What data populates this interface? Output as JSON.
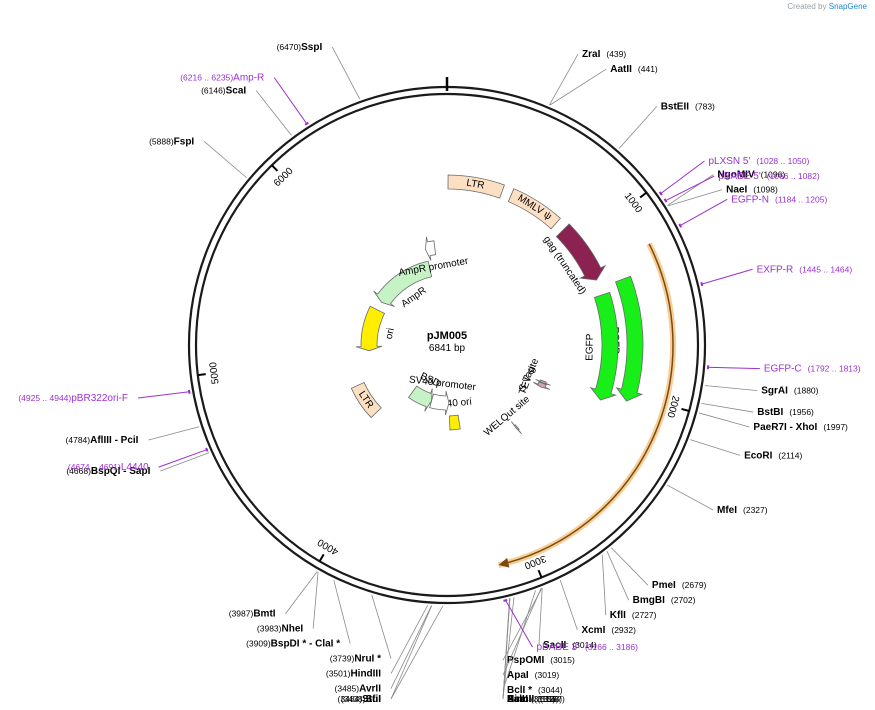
{
  "credit": {
    "prefix": "Created by",
    "brand": "SnapGene"
  },
  "plasmid": {
    "name": "pJM005",
    "length_label": "6841 bp",
    "total_bp": 6841
  },
  "scale_ticks": [
    {
      "label": "1000",
      "pos": 1000
    },
    {
      "label": "2000",
      "pos": 2000
    },
    {
      "label": "3000",
      "pos": 3000
    },
    {
      "label": "4000",
      "pos": 4000
    },
    {
      "label": "5000",
      "pos": 5000
    },
    {
      "label": "6000",
      "pos": 6000
    }
  ],
  "colors": {
    "enzyme": "#000000",
    "primer": "#9b30d0",
    "backbone": "#1a1a1a"
  },
  "features": [
    {
      "name": "LTR",
      "color": "#fde0c3",
      "start": 7,
      "end": 375,
      "dir": 0
    },
    {
      "name": "MMLV ψ",
      "color": "#fde0c3",
      "start": 440,
      "end": 795,
      "dir": 0
    },
    {
      "name": "gag (truncated)",
      "color": "#8b2252",
      "start": 860,
      "end": 1264,
      "dir": 1
    },
    {
      "name": "EGFP",
      "color": "#18ee18",
      "start": 1320,
      "end": 2040,
      "dir": 1
    },
    {
      "name": "EGFP",
      "color": "#18ee18",
      "start": 1370,
      "end": 2085,
      "dir": 1
    },
    {
      "name": "TEV site",
      "color": "#d4a0b0",
      "start": 2100,
      "end": 2121,
      "dir": 1
    },
    {
      "name": "S-Tag",
      "color": "#d4a0b0",
      "start": 2125,
      "end": 2169,
      "dir": 1
    },
    {
      "name": "WELQut site",
      "color": "#d4a0b0",
      "start": 2650,
      "end": 2665,
      "dir": 1
    },
    {
      "name": "SV40 ori",
      "color": "#ffee00",
      "start": 3250,
      "end": 3383,
      "dir": 0
    },
    {
      "name": "SV40 promoter",
      "color": "#ffffff",
      "start": 3384,
      "end": 3714,
      "dir": -1
    },
    {
      "name": "BSD",
      "color": "#c6f3c6",
      "start": 3715,
      "end": 4110,
      "dir": -1
    },
    {
      "name": "LTR",
      "color": "#fde0c3",
      "start": 4300,
      "end": 4668,
      "dir": 0
    },
    {
      "name": "ori",
      "color": "#ffee00",
      "start": 5050,
      "end": 5640,
      "dir": -1
    },
    {
      "name": "AmpR",
      "color": "#c6f3c6",
      "start": 5760,
      "end": 6600,
      "dir": -1
    },
    {
      "name": "AmpR promoter",
      "color": "#ffffff",
      "start": 6600,
      "end": 6705,
      "dir": -1
    }
  ],
  "highlight_span": {
    "name": "WELQut span",
    "start": 1205,
    "end": 3170,
    "color": "#f5c27a"
  },
  "enzymes": [
    {
      "name": "ZraI",
      "pos": "(439)",
      "bp": 439,
      "side": "right"
    },
    {
      "name": "AatII",
      "pos": "(441)",
      "bp": 441,
      "side": "right"
    },
    {
      "name": "BstEII",
      "pos": "(783)",
      "bp": 783,
      "side": "right"
    },
    {
      "name": "NgoMIV",
      "pos": "(1096)",
      "bp": 1096,
      "side": "right"
    },
    {
      "name": "NaeI",
      "pos": "(1098)",
      "bp": 1098,
      "side": "right"
    },
    {
      "name": "SgrAI",
      "pos": "(1880)",
      "bp": 1880,
      "side": "right"
    },
    {
      "name": "BstBI",
      "pos": "(1956)",
      "bp": 1956,
      "side": "right"
    },
    {
      "name": "PaeR7I - XhoI",
      "pos": "(1997)",
      "bp": 1997,
      "side": "right"
    },
    {
      "name": "EcoRI",
      "pos": "(2114)",
      "bp": 2114,
      "side": "right"
    },
    {
      "name": "MfeI",
      "pos": "(2327)",
      "bp": 2327,
      "side": "right"
    },
    {
      "name": "PmeI",
      "pos": "(2679)",
      "bp": 2679,
      "side": "right"
    },
    {
      "name": "BmgBI",
      "pos": "(2702)",
      "bp": 2702,
      "side": "right"
    },
    {
      "name": "KflI",
      "pos": "(2727)",
      "bp": 2727,
      "side": "right"
    },
    {
      "name": "XcmI",
      "pos": "(2932)",
      "bp": 2932,
      "side": "right"
    },
    {
      "name": "SacII",
      "pos": "(3014)",
      "bp": 3014,
      "side": "right"
    },
    {
      "name": "PspOMI",
      "pos": "(3015)",
      "bp": 3015,
      "side": "right"
    },
    {
      "name": "ApaI",
      "pos": "(3019)",
      "bp": 3019,
      "side": "right"
    },
    {
      "name": "BclI *",
      "pos": "(3044)",
      "bp": 3044,
      "side": "right"
    },
    {
      "name": "BsmI",
      "pos": "(3138)",
      "bp": 3138,
      "side": "right"
    },
    {
      "name": "SalI",
      "pos": "(3155)",
      "bp": 3155,
      "side": "right"
    },
    {
      "name": "AccI",
      "pos": "(3156)",
      "bp": 3156,
      "side": "right"
    },
    {
      "name": "HincII",
      "pos": "(3157)",
      "bp": 3157,
      "side": "right"
    },
    {
      "name": "SfiI",
      "pos": "(3438)",
      "bp": 3438,
      "side": "left"
    },
    {
      "name": "StuI",
      "pos": "(3484)",
      "bp": 3484,
      "side": "left"
    },
    {
      "name": "AvrII",
      "pos": "(3485)",
      "bp": 3485,
      "side": "left"
    },
    {
      "name": "HindIII",
      "pos": "(3501)",
      "bp": 3501,
      "side": "left"
    },
    {
      "name": "NruI *",
      "pos": "(3739)",
      "bp": 3739,
      "side": "left"
    },
    {
      "name": "BspDI * - ClaI *",
      "pos": "(3909)",
      "bp": 3909,
      "side": "left"
    },
    {
      "name": "NheI",
      "pos": "(3983)",
      "bp": 3983,
      "side": "left"
    },
    {
      "name": "BmtI",
      "pos": "(3987)",
      "bp": 3987,
      "side": "left"
    },
    {
      "name": "BspQI - SapI",
      "pos": "(4668)",
      "bp": 4668,
      "side": "left"
    },
    {
      "name": "AflIII - PciI",
      "pos": "(4784)",
      "bp": 4784,
      "side": "left"
    },
    {
      "name": "FspI",
      "pos": "(5888)",
      "bp": 5888,
      "side": "left"
    },
    {
      "name": "ScaI",
      "pos": "(6146)",
      "bp": 6146,
      "side": "left"
    },
    {
      "name": "SspI",
      "pos": "(6470)",
      "bp": 6470,
      "side": "left"
    }
  ],
  "primers": [
    {
      "name": "pLXSN 5'",
      "pos": "(1028 .. 1050)",
      "bp": 1039,
      "side": "right"
    },
    {
      "name": "pBABE 5'",
      "pos": "(1066 .. 1082)",
      "bp": 1074,
      "side": "right"
    },
    {
      "name": "EGFP-N",
      "pos": "(1184 .. 1205)",
      "bp": 1195,
      "side": "right"
    },
    {
      "name": "EXFP-R",
      "pos": "(1445 .. 1464)",
      "bp": 1455,
      "side": "right"
    },
    {
      "name": "EGFP-C",
      "pos": "(1792 .. 1813)",
      "bp": 1803,
      "side": "right"
    },
    {
      "name": "pBABE 3'",
      "pos": "(3166 .. 3186)",
      "bp": 3176,
      "side": "right"
    },
    {
      "name": "L4440",
      "pos": "(4674 .. 4691)",
      "bp": 4683,
      "side": "left"
    },
    {
      "name": "pBR322ori-F",
      "pos": "(4925 .. 4944)",
      "bp": 4935,
      "side": "left"
    },
    {
      "name": "Amp-R",
      "pos": "(6216 .. 6235)",
      "bp": 6226,
      "side": "left"
    }
  ]
}
